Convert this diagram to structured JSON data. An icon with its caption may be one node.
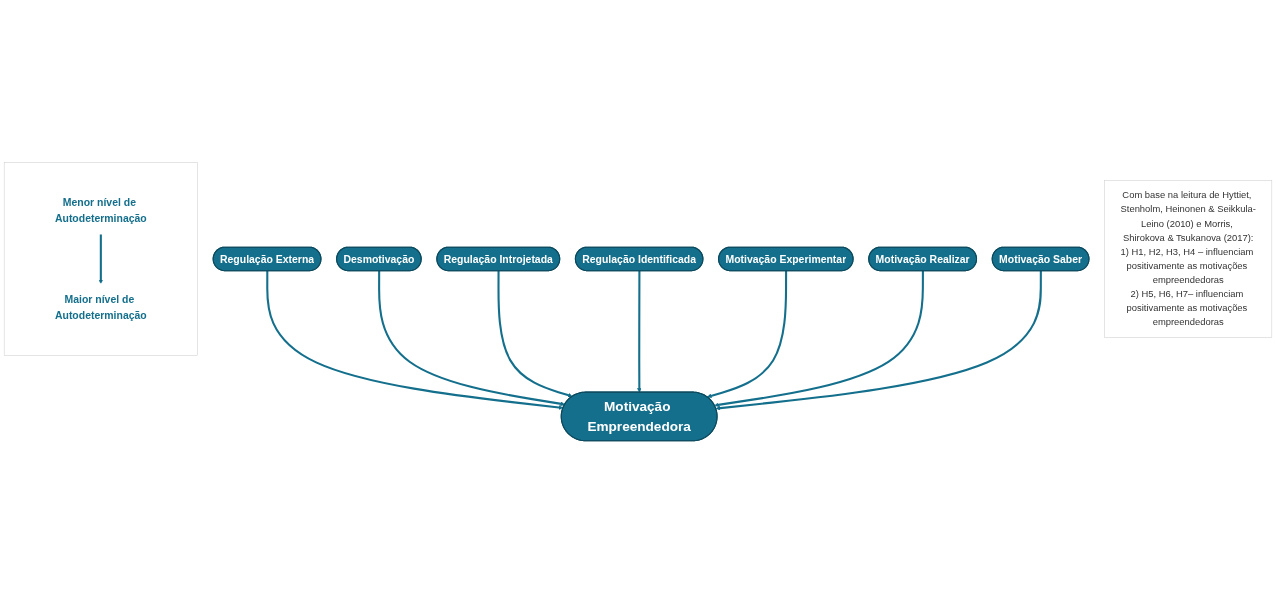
{
  "diagram": {
    "nodes": [
      {
        "text": [
          "Regulação Externa"
        ]
      },
      {
        "text": [
          "Desmotivação"
        ]
      },
      {
        "text": [
          "Regulação Introjetada"
        ]
      },
      {
        "text": [
          "Motivação Empreendedora"
        ]
      },
      {
        "text": [
          "Regulação Identificada"
        ]
      },
      {
        "text": [
          "Motivação Experimentar"
        ]
      },
      {
        "text": [
          "Motivação Saber"
        ]
      },
      {
        "text": [
          "Motivação Realizar"
        ]
      },
      {
        "text": [],
        "shape": "box"
      },
      {
        "text": [
          "Menor nível de Autodeterminação"
        ],
        "in": 8
      },
      {
        "text": [
          "Maior nível de Autodeterminação"
        ],
        "in": 8
      },
      {
        "text": [
          "Com base na leitura de Hyttiet, Stenholm, Heinonen & Seikkula-Leino (2010) e Morris, Shirokova & Tsukanova (2017):",
          "1) H1, H2, H3, H4 – influenciam positivamente as motivações empreendedoras",
          "2) H5, H6, H7– influenciam positivamente as motivações empreendedoras"
        ]
      }
    ],
    "edges": [
      {
        "from": 0,
        "to": 3,
        "arrow": "to"
      },
      {
        "from": 1,
        "to": 3,
        "arrow": "to"
      },
      {
        "from": 2,
        "to": 3,
        "arrow": "to"
      },
      {
        "from": 4,
        "to": 3,
        "arrow": "to"
      },
      {
        "from": 5,
        "to": 3,
        "arrow": "to"
      },
      {
        "from": 7,
        "to": 3,
        "arrow": "to"
      },
      {
        "from": 6,
        "to": 3,
        "arrow": "to"
      },
      {
        "from": 9,
        "to": 10,
        "arrow": "to"
      }
    ]
  }
}
